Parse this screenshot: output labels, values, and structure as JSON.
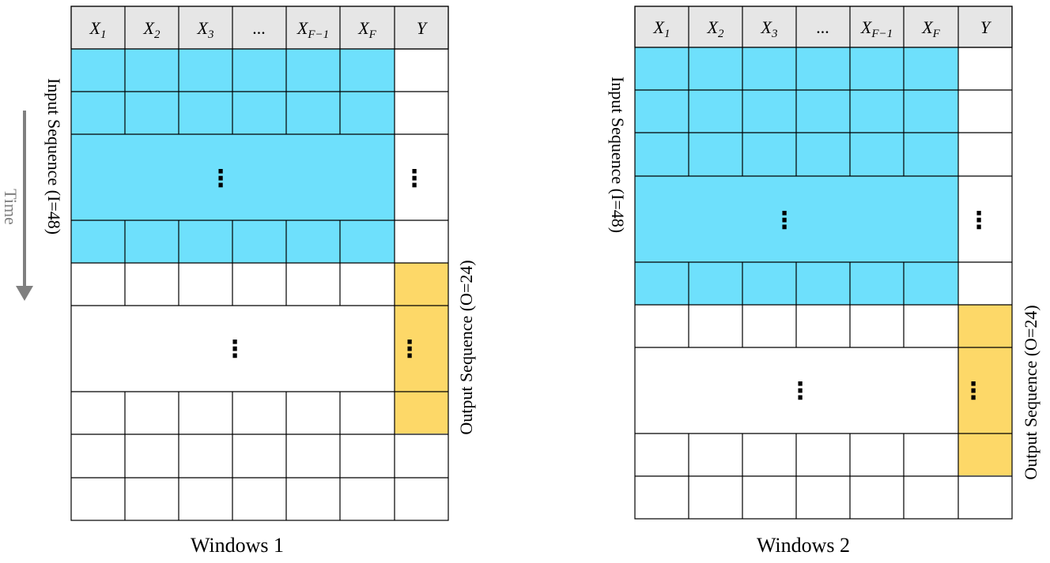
{
  "colors": {
    "header_fill": "#e6e6e6",
    "input_fill": "#6ee0fc",
    "output_fill": "#fdd868",
    "grid_line": "#000000",
    "time_arrow": "#808080"
  },
  "time_label": "Time",
  "windows": [
    {
      "caption": "Windows 1",
      "headers": [
        {
          "base": "X",
          "sub": "1"
        },
        {
          "base": "X",
          "sub": "2"
        },
        {
          "base": "X",
          "sub": "3"
        },
        {
          "base": "...",
          "sub": ""
        },
        {
          "base": "X",
          "sub": "F−1"
        },
        {
          "base": "X",
          "sub": "F"
        },
        {
          "base": "Y",
          "sub": ""
        }
      ],
      "input_label": "Input Sequence (I=48)",
      "output_label": "Output Sequence (O=24)",
      "ellipsis": "⋮"
    },
    {
      "caption": "Windows 2",
      "headers": [
        {
          "base": "X",
          "sub": "1"
        },
        {
          "base": "X",
          "sub": "2"
        },
        {
          "base": "X",
          "sub": "3"
        },
        {
          "base": "...",
          "sub": ""
        },
        {
          "base": "X",
          "sub": "F−1"
        },
        {
          "base": "X",
          "sub": "F"
        },
        {
          "base": "Y",
          "sub": ""
        }
      ],
      "input_label": "Input Sequence (I=48)",
      "output_label": "Output Sequence (O=24)",
      "ellipsis": "⋮"
    }
  ]
}
